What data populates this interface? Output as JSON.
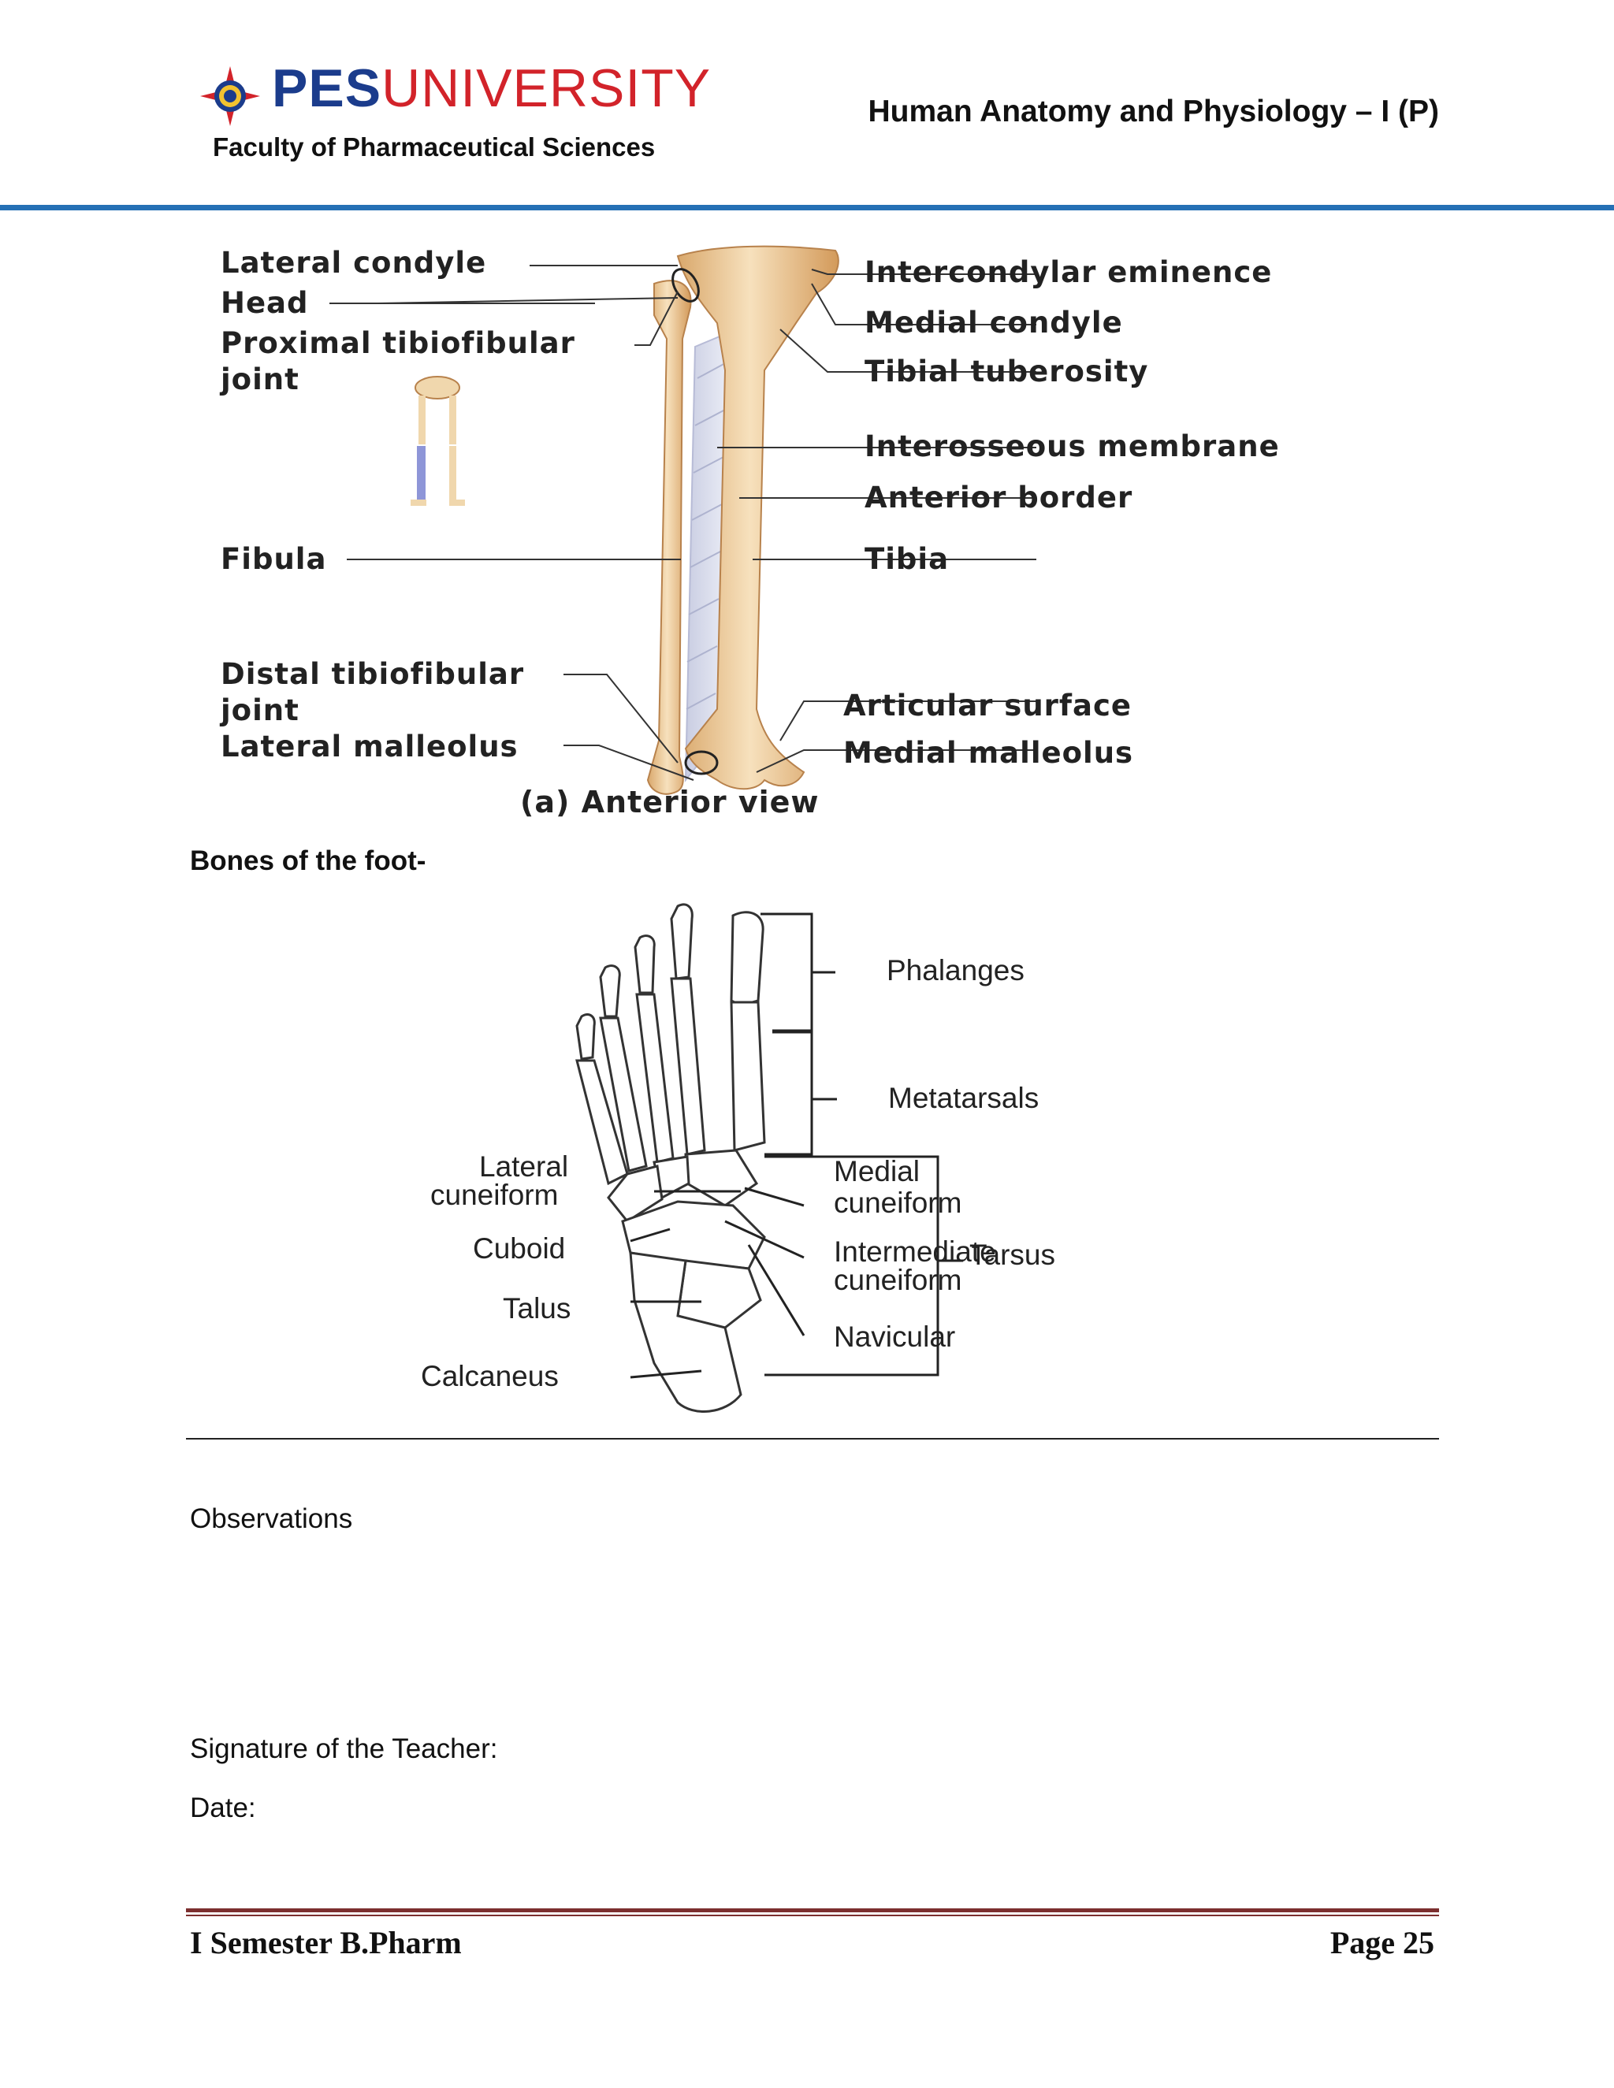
{
  "header": {
    "brand_bold": "PES",
    "brand_rest": "UNIVERSITY",
    "faculty": "Faculty of Pharmaceutical Sciences",
    "subject": "Human Anatomy and Physiology – I (P)",
    "colors": {
      "brand_blue": "#1b3c8c",
      "brand_red": "#d2232a",
      "rule": "#2570b5"
    }
  },
  "figure_leg": {
    "labels_left": {
      "lateral_condyle": "Lateral condyle",
      "head": "Head",
      "proximal_joint_1": "Proximal tibiofibular",
      "proximal_joint_2": "joint",
      "fibula": "Fibula",
      "distal_joint_1": "Distal tibiofibular",
      "distal_joint_2": "joint",
      "lateral_malleolus": "Lateral malleolus"
    },
    "labels_right": {
      "intercondylar": "Intercondylar eminence",
      "medial_condyle": "Medial condyle",
      "tibial_tuberosity": "Tibial tuberosity",
      "interosseous": "Interosseous membrane",
      "anterior_border": "Anterior border",
      "tibia": "Tibia",
      "articular_surface": "Articular surface",
      "medial_malleolus": "Medial malleolus"
    },
    "caption": "(a) Anterior view"
  },
  "section_heading": "Bones of the foot-",
  "figure_foot": {
    "phalanges": "Phalanges",
    "metatarsals": "Metatarsals",
    "lateral_cuneiform_1": "Lateral",
    "lateral_cuneiform_2": "cuneiform",
    "medial_cuneiform_1": "Medial",
    "medial_cuneiform_2": "cuneiform",
    "cuboid": "Cuboid",
    "intermediate_1": "Intermediate",
    "intermediate_2": "cuneiform",
    "tarsus": "Tarsus",
    "talus": "Talus",
    "navicular": "Navicular",
    "calcaneus": "Calcaneus"
  },
  "body": {
    "observations": "Observations",
    "signature": "Signature of the Teacher:",
    "date": "Date:"
  },
  "footer": {
    "left": "I Semester B.Pharm",
    "right": "Page 25"
  }
}
